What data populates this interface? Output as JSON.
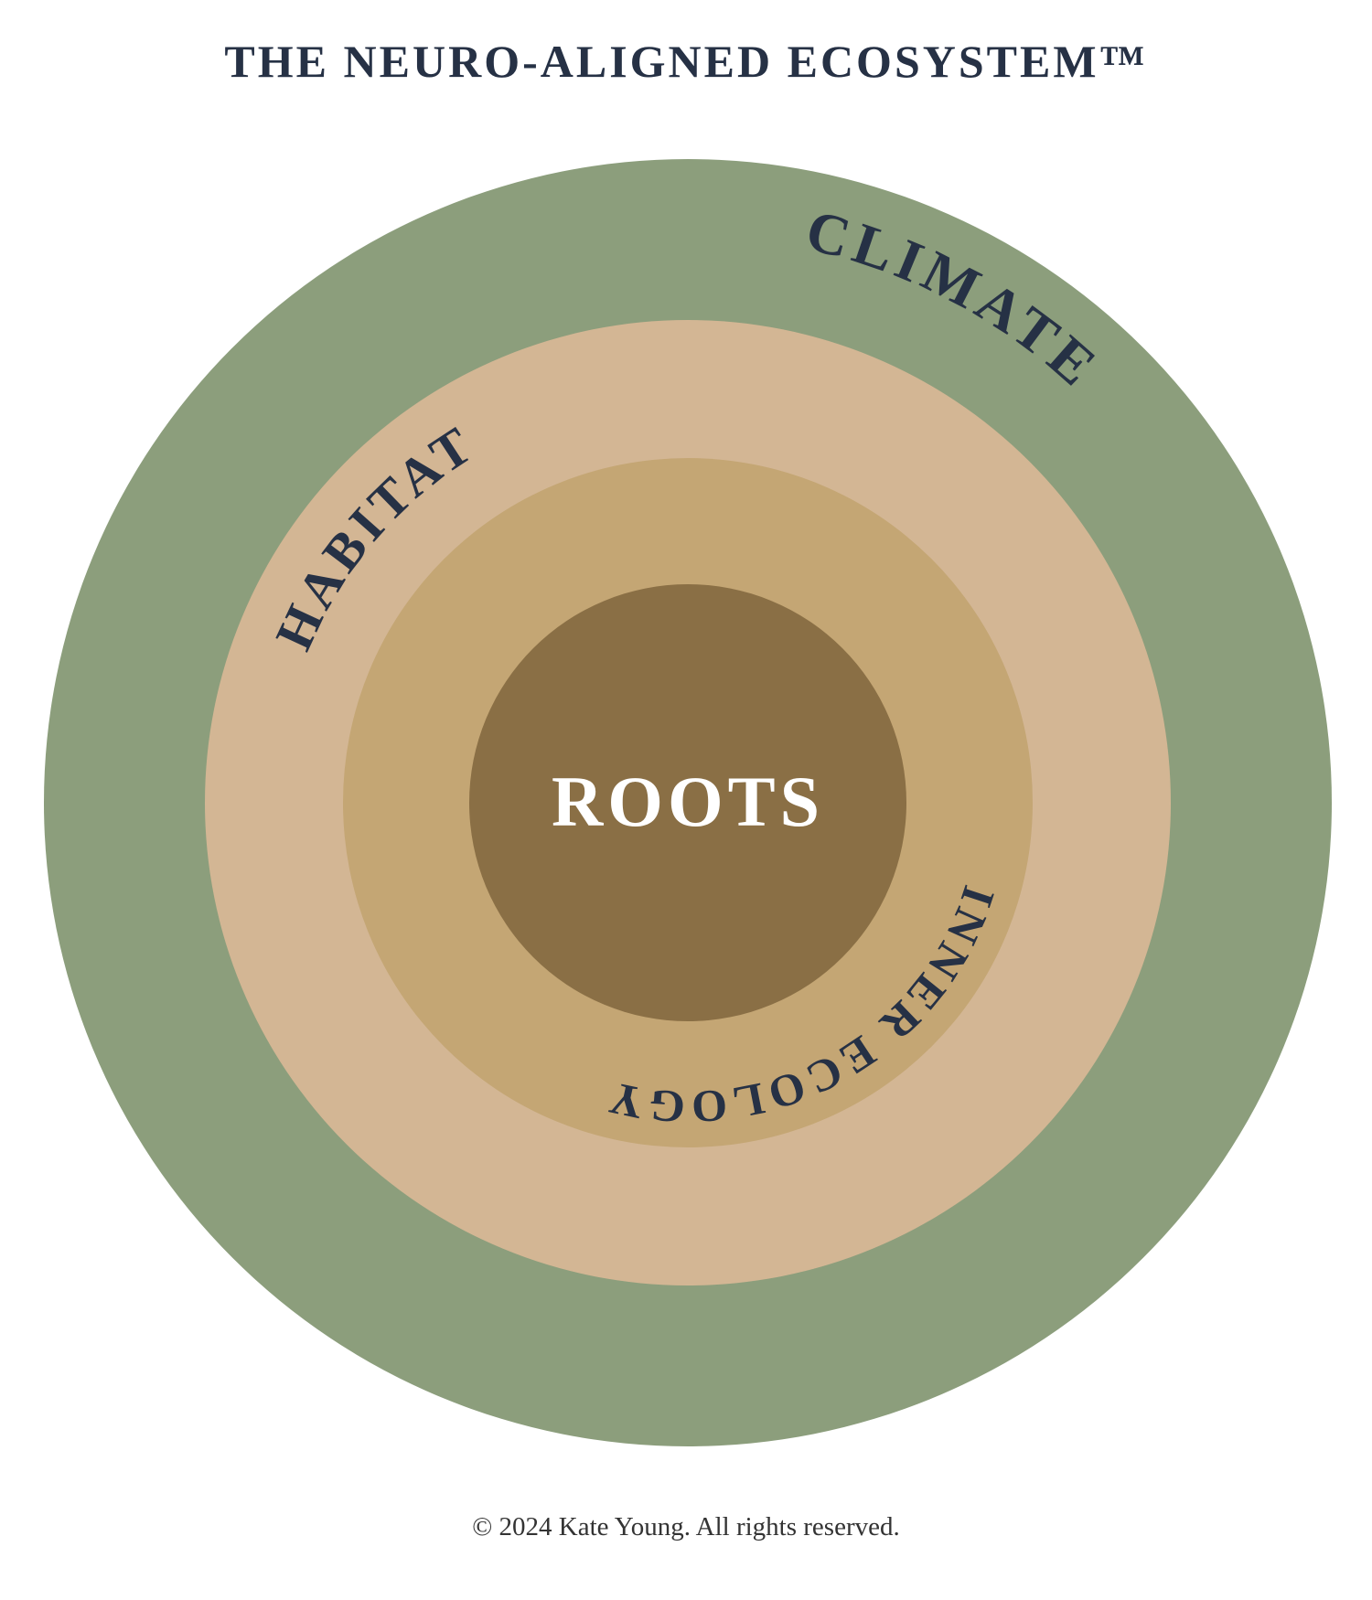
{
  "title": "THE NEURO-ALIGNED ECOSYSTEM™",
  "rings": {
    "climate": {
      "label": "CLIMATE",
      "color": "#8c9e7c"
    },
    "habitat": {
      "label": "HABITAT",
      "color": "#d3b694"
    },
    "inner_ecology": {
      "label": "INNER ECOLOGY",
      "color": "#c4a674"
    },
    "roots": {
      "label": "ROOTS",
      "color": "#8a6f45"
    }
  },
  "label_color": "#263145",
  "footer": "© 2024 Kate Young. All rights reserved."
}
